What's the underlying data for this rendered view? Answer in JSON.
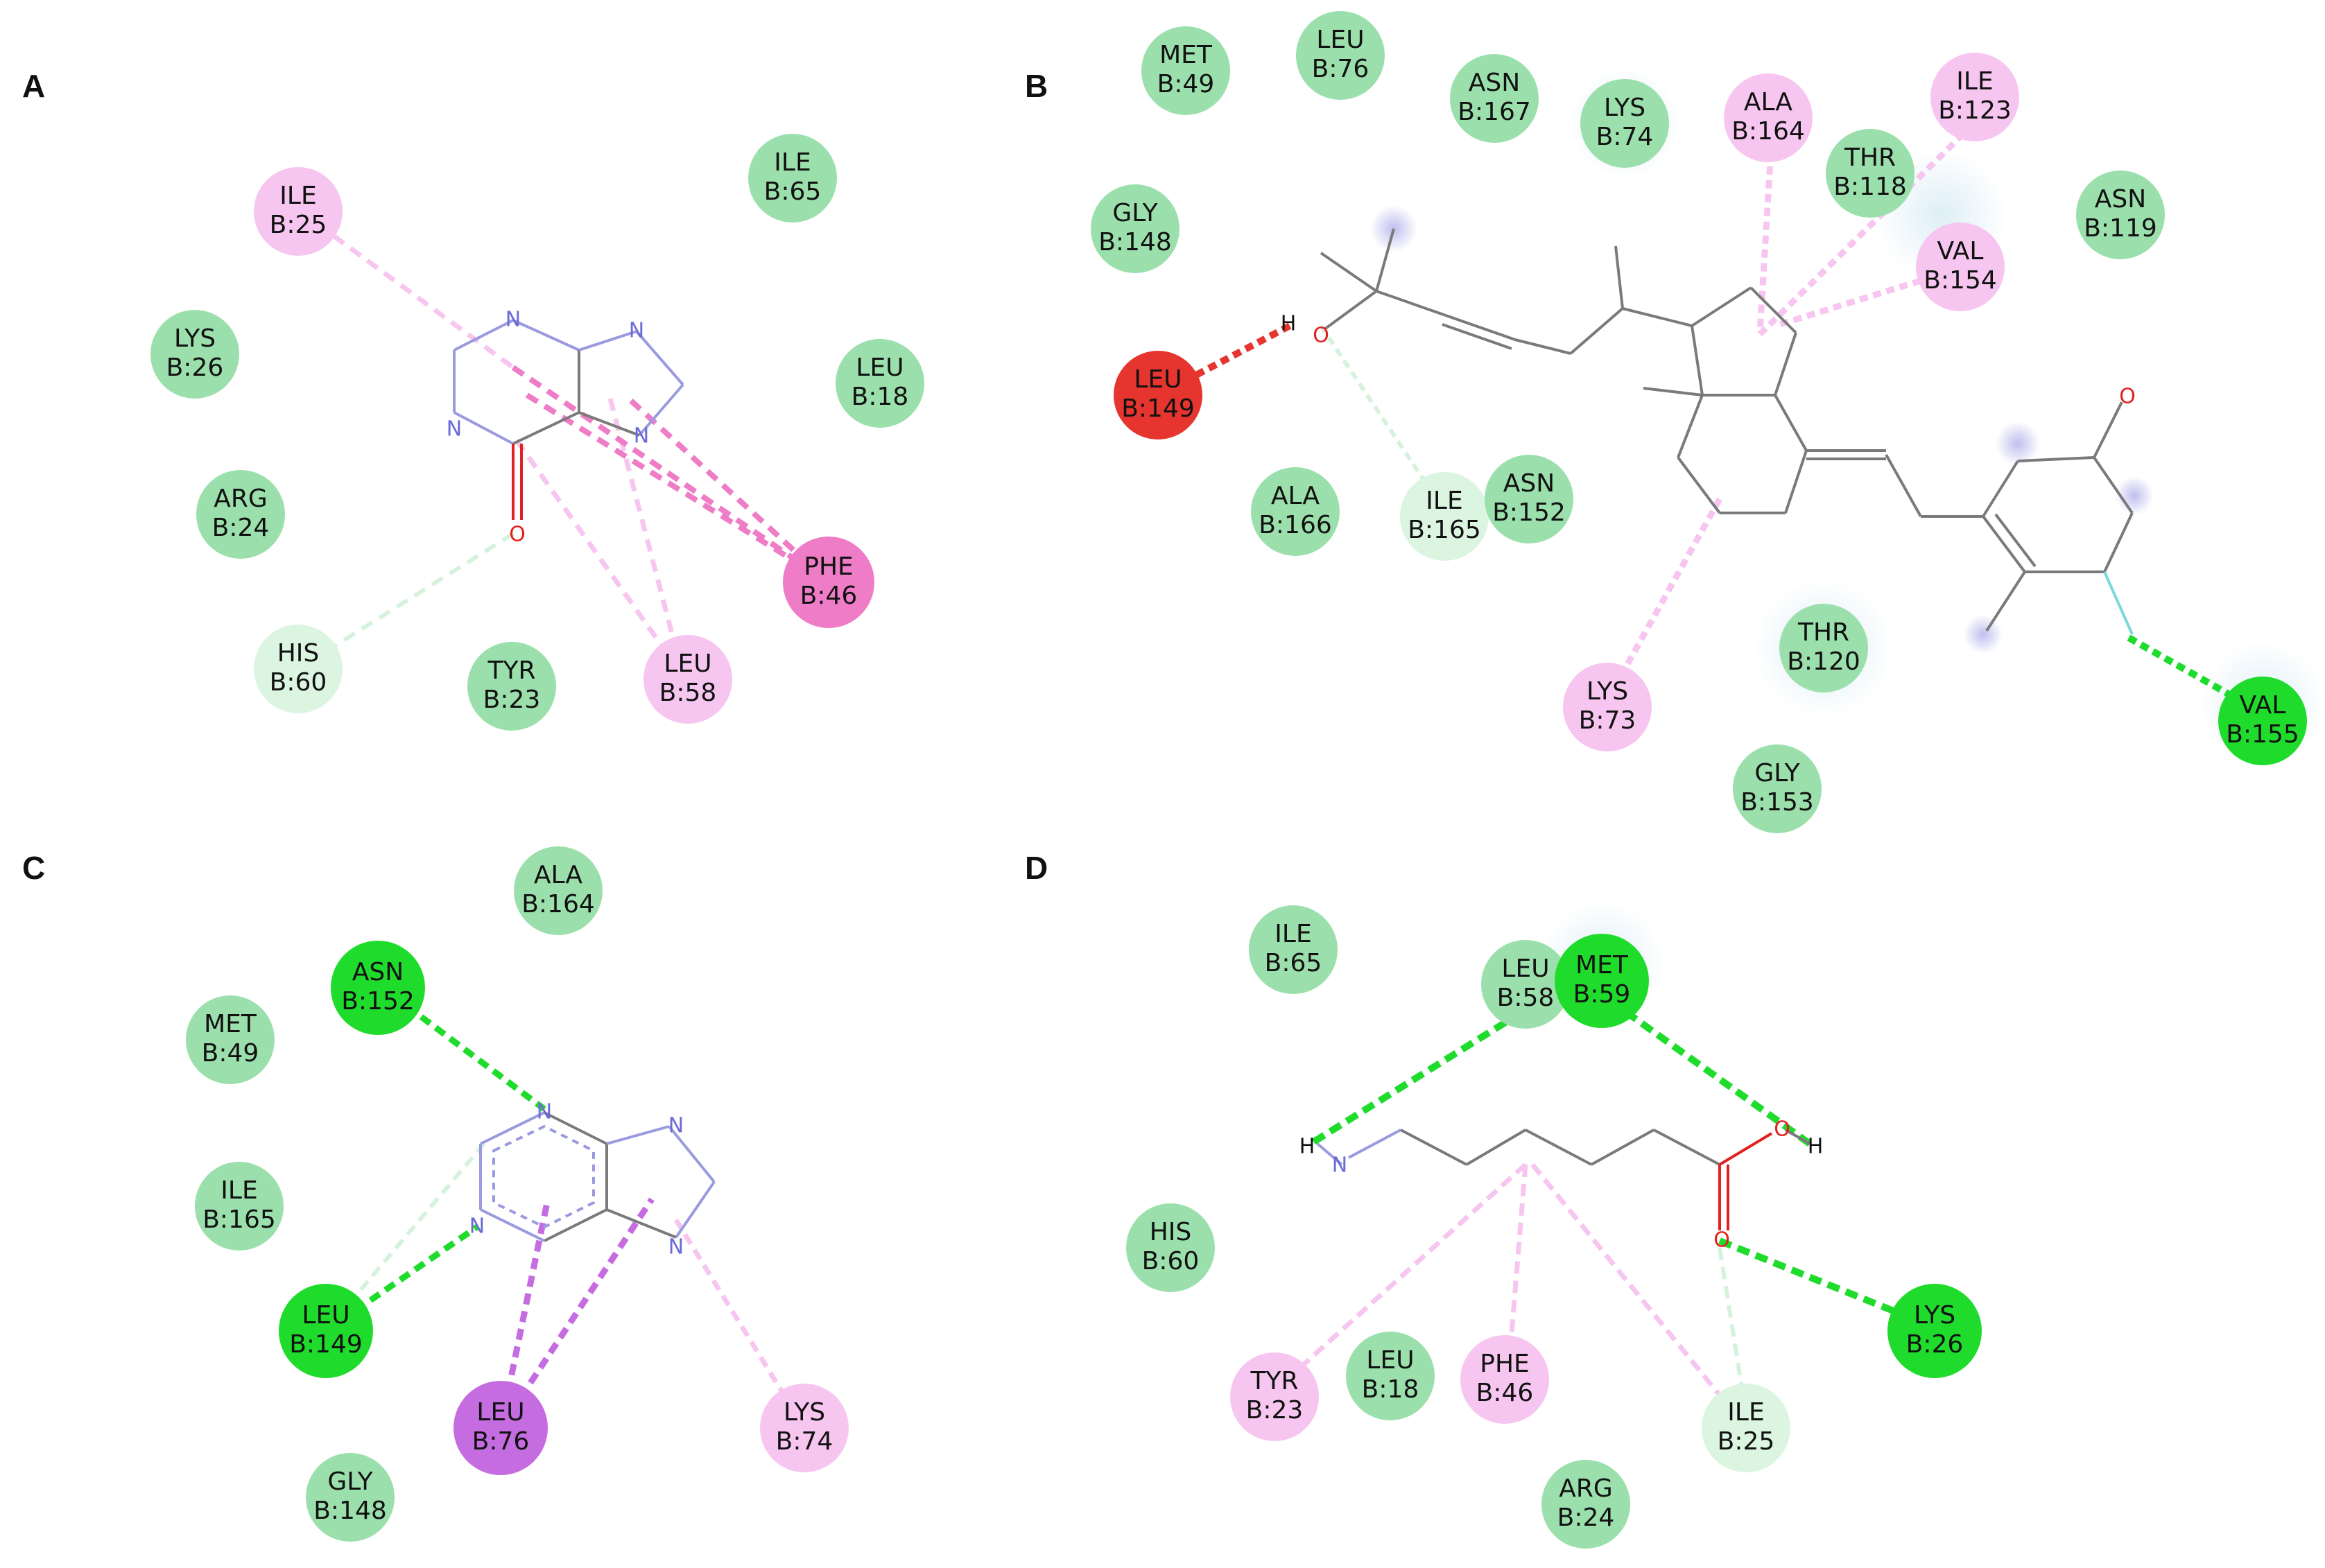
{
  "colors": {
    "vdw": "#9be0ac",
    "hbond_conv": "#1fdc2c",
    "carbon_h": "#dcf5e1",
    "pi_alkyl": "#f7c6f0",
    "pi_pi_t": "#ee7cc6",
    "pi_sigma": "#c56ce0",
    "unfavorable": "#e5352e",
    "bond": "#7a7a7a",
    "nitrogen": "#6a6ad8",
    "oxygen": "#e22020"
  },
  "panels": [
    {
      "label": "A",
      "residues": [
        {
          "name": "ILE",
          "id": "B:25",
          "type": "pi_alkyl"
        },
        {
          "name": "ILE",
          "id": "B:65",
          "type": "vdw"
        },
        {
          "name": "LYS",
          "id": "B:26",
          "type": "vdw"
        },
        {
          "name": "LEU",
          "id": "B:18",
          "type": "vdw"
        },
        {
          "name": "ARG",
          "id": "B:24",
          "type": "vdw"
        },
        {
          "name": "PHE",
          "id": "B:46",
          "type": "pi_pi_t"
        },
        {
          "name": "HIS",
          "id": "B:60",
          "type": "carbon_h"
        },
        {
          "name": "TYR",
          "id": "B:23",
          "type": "vdw"
        },
        {
          "name": "LEU",
          "id": "B:58",
          "type": "pi_alkyl"
        }
      ],
      "atoms": [
        "N",
        "N",
        "N",
        "N",
        "O"
      ]
    },
    {
      "label": "B",
      "residues": [
        {
          "name": "MET",
          "id": "B:49",
          "type": "vdw"
        },
        {
          "name": "LEU",
          "id": "B:76",
          "type": "vdw"
        },
        {
          "name": "ASN",
          "id": "B:167",
          "type": "vdw"
        },
        {
          "name": "LYS",
          "id": "B:74",
          "type": "vdw"
        },
        {
          "name": "ALA",
          "id": "B:164",
          "type": "pi_alkyl"
        },
        {
          "name": "ILE",
          "id": "B:123",
          "type": "pi_alkyl"
        },
        {
          "name": "THR",
          "id": "B:118",
          "type": "vdw"
        },
        {
          "name": "ASN",
          "id": "B:119",
          "type": "vdw"
        },
        {
          "name": "GLY",
          "id": "B:148",
          "type": "vdw"
        },
        {
          "name": "VAL",
          "id": "B:154",
          "type": "pi_alkyl"
        },
        {
          "name": "LEU",
          "id": "B:149",
          "type": "unfavorable"
        },
        {
          "name": "ALA",
          "id": "B:166",
          "type": "vdw"
        },
        {
          "name": "ILE",
          "id": "B:165",
          "type": "carbon_h"
        },
        {
          "name": "ASN",
          "id": "B:152",
          "type": "vdw"
        },
        {
          "name": "THR",
          "id": "B:120",
          "type": "vdw"
        },
        {
          "name": "LYS",
          "id": "B:73",
          "type": "pi_alkyl"
        },
        {
          "name": "VAL",
          "id": "B:155",
          "type": "hbond_conv"
        },
        {
          "name": "GLY",
          "id": "B:153",
          "type": "vdw"
        }
      ],
      "atoms": [
        "H",
        "O",
        "O"
      ]
    },
    {
      "label": "C",
      "residues": [
        {
          "name": "ALA",
          "id": "B:164",
          "type": "vdw"
        },
        {
          "name": "ASN",
          "id": "B:152",
          "type": "hbond_conv"
        },
        {
          "name": "MET",
          "id": "B:49",
          "type": "vdw"
        },
        {
          "name": "ILE",
          "id": "B:165",
          "type": "vdw"
        },
        {
          "name": "LEU",
          "id": "B:149",
          "type": "hbond_conv"
        },
        {
          "name": "LEU",
          "id": "B:76",
          "type": "pi_sigma"
        },
        {
          "name": "LYS",
          "id": "B:74",
          "type": "pi_alkyl"
        },
        {
          "name": "GLY",
          "id": "B:148",
          "type": "vdw"
        }
      ],
      "atoms": [
        "N",
        "N",
        "N",
        "N"
      ]
    },
    {
      "label": "D",
      "residues": [
        {
          "name": "ILE",
          "id": "B:65",
          "type": "vdw"
        },
        {
          "name": "LEU",
          "id": "B:58",
          "type": "vdw"
        },
        {
          "name": "MET",
          "id": "B:59",
          "type": "hbond_conv"
        },
        {
          "name": "HIS",
          "id": "B:60",
          "type": "vdw"
        },
        {
          "name": "LYS",
          "id": "B:26",
          "type": "hbond_conv"
        },
        {
          "name": "TYR",
          "id": "B:23",
          "type": "pi_alkyl"
        },
        {
          "name": "LEU",
          "id": "B:18",
          "type": "vdw"
        },
        {
          "name": "PHE",
          "id": "B:46",
          "type": "pi_alkyl"
        },
        {
          "name": "ILE",
          "id": "B:25",
          "type": "carbon_h"
        },
        {
          "name": "ARG",
          "id": "B:24",
          "type": "vdw"
        }
      ],
      "atoms": [
        "H",
        "N",
        "O",
        "H",
        "O"
      ]
    }
  ]
}
